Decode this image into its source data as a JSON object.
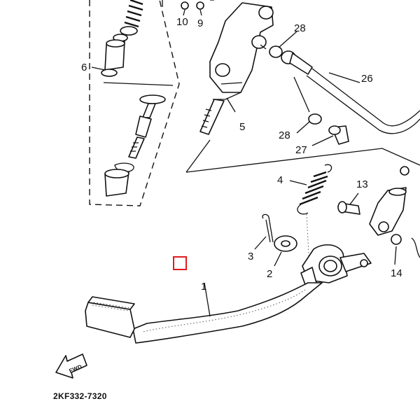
{
  "callouts": {
    "p1": "1",
    "p2": "2",
    "p3": "3",
    "p4": "4",
    "p5": "5",
    "p6": "6",
    "p9": "9",
    "p10": "10",
    "p13": "13",
    "p14": "14",
    "p26": "26",
    "p27": "27",
    "p28a": "28",
    "p28b": "28"
  },
  "front_arrow": {
    "label": "FWD"
  },
  "diagram_code": "2KF332-7320",
  "colors": {
    "line": "#111111",
    "marker": "#e01b1b",
    "background": "#ffffff"
  }
}
